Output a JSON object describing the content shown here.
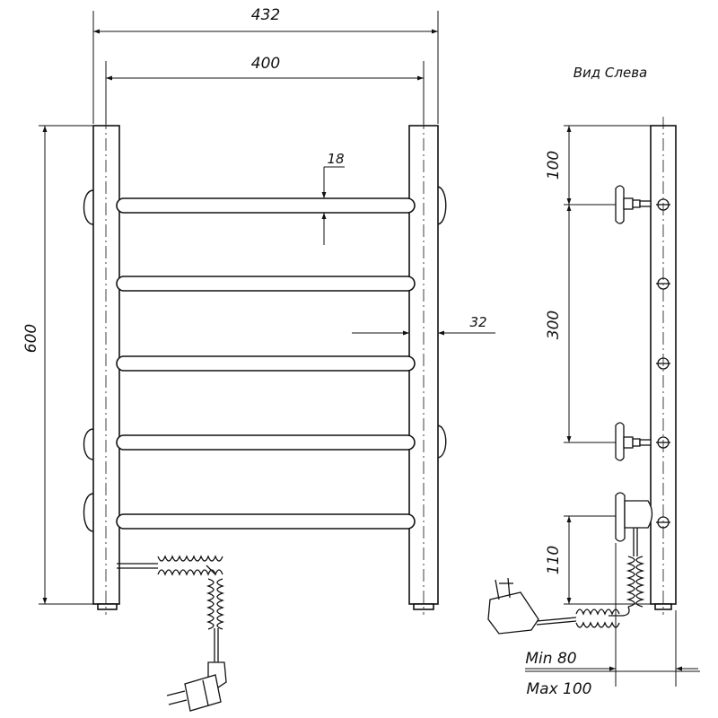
{
  "front_view": {
    "overall_width": "432",
    "inner_width": "400",
    "height": "600",
    "rung_diameter": "18",
    "rail_width": "32"
  },
  "side_view": {
    "title": "Вид Слева",
    "top_offset": "100",
    "mount_spacing": "300",
    "plug_offset": "110",
    "min_gap": "Min 80",
    "max_gap": "Max 100"
  }
}
